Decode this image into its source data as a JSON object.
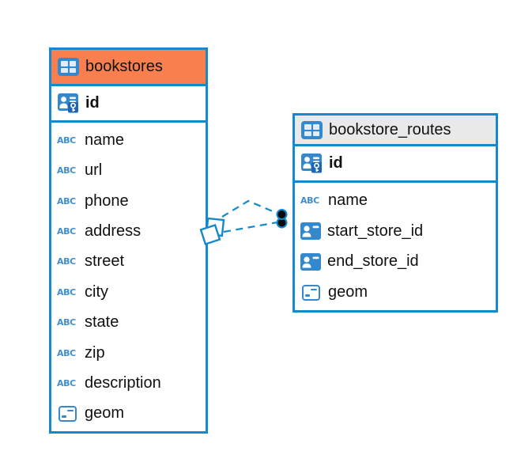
{
  "colors": {
    "accent_blue": "#1689CB",
    "bookstores_header": "#F9804E",
    "bookstore_routes_header": "#E9E9E9",
    "icon_blue": "#3488CE",
    "text": "#111111"
  },
  "icons": {
    "text_label": "ABC",
    "table": "table-grid",
    "primary_key": "person-card-with-key",
    "foreign_key": "person-card",
    "geometry": "note-card"
  },
  "tables": [
    {
      "name": "bookstores",
      "primary_key": "id",
      "columns": [
        {
          "name": "name",
          "type": "text"
        },
        {
          "name": "url",
          "type": "text"
        },
        {
          "name": "phone",
          "type": "text"
        },
        {
          "name": "address",
          "type": "text"
        },
        {
          "name": "street",
          "type": "text"
        },
        {
          "name": "city",
          "type": "text"
        },
        {
          "name": "state",
          "type": "text"
        },
        {
          "name": "zip",
          "type": "text"
        },
        {
          "name": "description",
          "type": "text"
        },
        {
          "name": "geom",
          "type": "geometry"
        }
      ]
    },
    {
      "name": "bookstore_routes",
      "primary_key": "id",
      "columns": [
        {
          "name": "name",
          "type": "text"
        },
        {
          "name": "start_store_id",
          "type": "foreign-key"
        },
        {
          "name": "end_store_id",
          "type": "foreign-key"
        },
        {
          "name": "geom",
          "type": "geometry"
        }
      ]
    }
  ],
  "relationships": {
    "source_table": "bookstores",
    "target_table": "bookstore_routes",
    "connector_count": 2,
    "line_style": "dashed",
    "color": "#1689CB",
    "source_marker": "diamond",
    "target_marker": "dot"
  }
}
